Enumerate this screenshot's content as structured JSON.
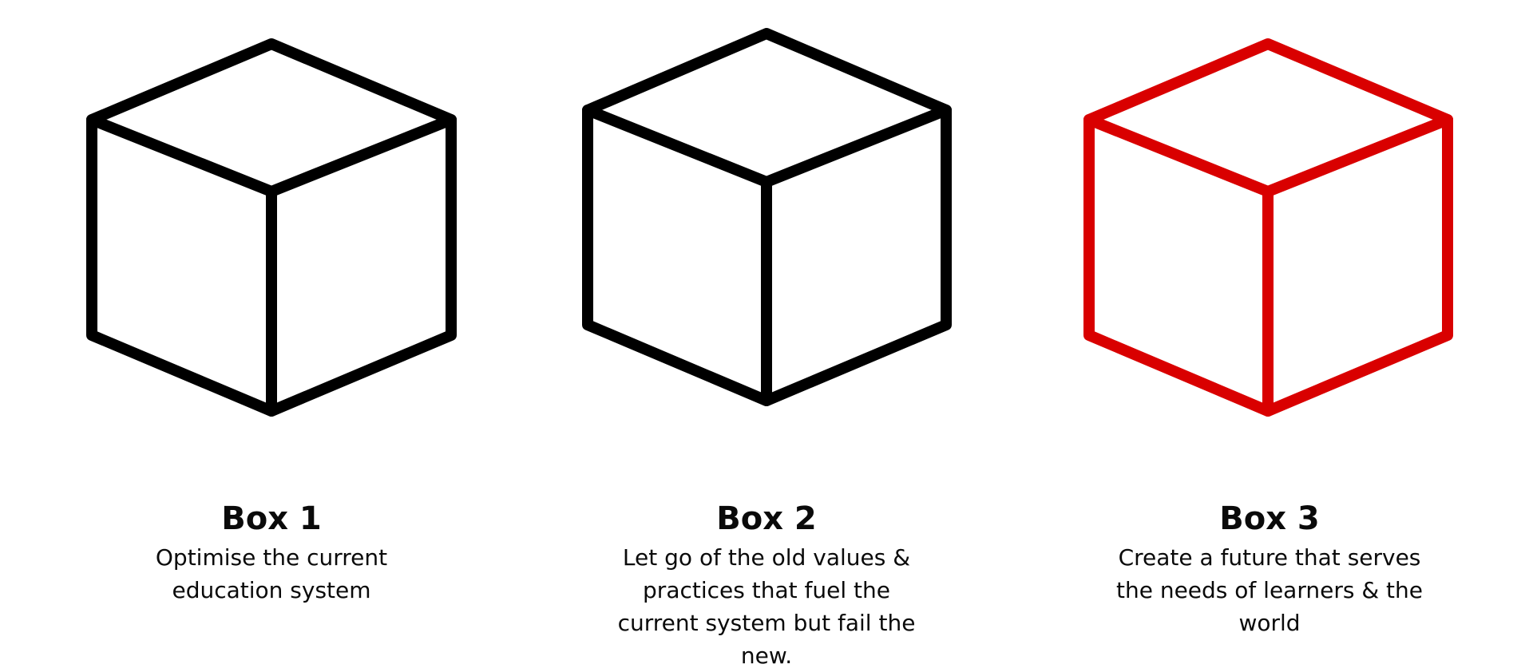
{
  "colors": {
    "outline": "#000000",
    "accent": "#d90000",
    "text": "#0a0a0a",
    "background": "#ffffff"
  },
  "boxes": [
    {
      "title": "Box 1",
      "description": "Optimise the current education system",
      "outline_color": "#000000"
    },
    {
      "title": "Box 2",
      "description": "Let go of the old values & practices that fuel the current system but fail the new.",
      "outline_color": "#000000"
    },
    {
      "title": "Box 3",
      "description": "Create a future that serves the needs of learners & the world",
      "outline_color": "#d90000"
    }
  ]
}
